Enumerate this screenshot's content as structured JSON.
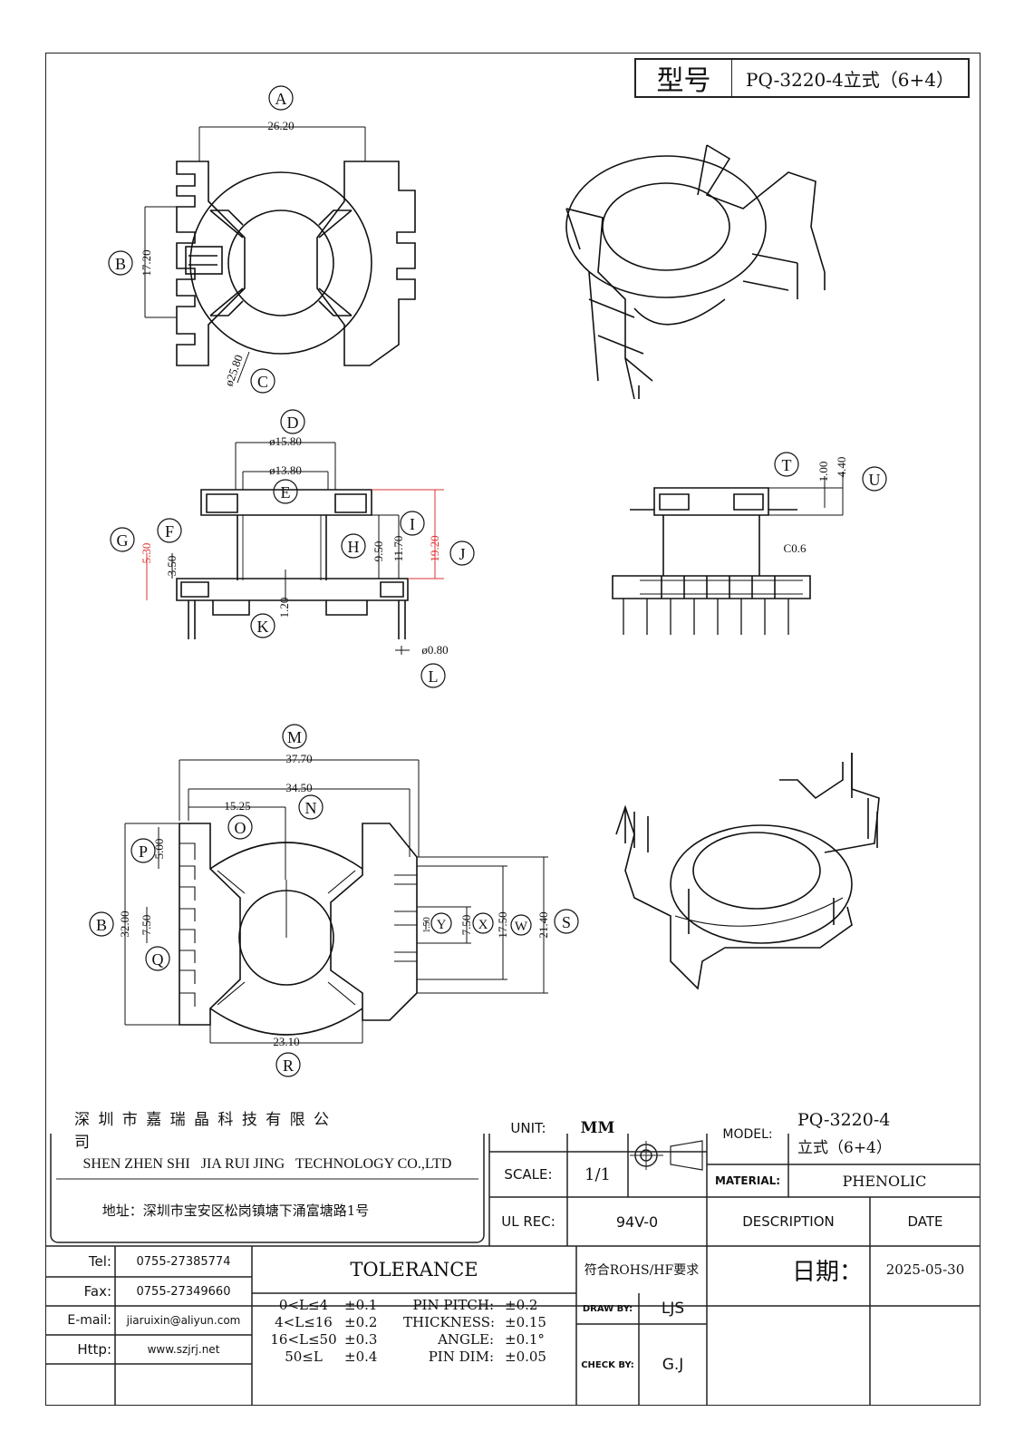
{
  "title_box": {
    "label": "型号",
    "model": "PQ-3220-4立式（6+4）"
  },
  "views": {
    "top": {
      "A": "A",
      "A_val": "26.20",
      "B": "B",
      "B_val": "17.20",
      "C": "C",
      "C_val": "ø25.80"
    },
    "front": {
      "D": "D",
      "D_val": "ø15.80",
      "E": "E",
      "E_val": "ø13.80",
      "F": "F",
      "F_val": "3.50",
      "G": "G",
      "G_val": "5.30",
      "H": "H",
      "H_val": "9.50",
      "I": "I",
      "I_val": "11.70",
      "J": "J",
      "J_val": "19.20",
      "K": "K",
      "K_val": "1.20",
      "L": "L",
      "L_val": "ø0.80"
    },
    "side": {
      "T": "T",
      "T_val": "1.00",
      "U": "U",
      "U_val": "4.40",
      "chamfer": "C0.6"
    },
    "bottom": {
      "M": "M",
      "M_val": "37.70",
      "N": "N",
      "N_val": "34.50",
      "O": "O",
      "O_val": "15.25",
      "P": "P",
      "P_val": "5.00",
      "B": "B",
      "B_val": "32.00",
      "Q": "Q",
      "Q_val": "7.50",
      "R": "R",
      "R_val": "23.10",
      "S": "S",
      "S_val": "21.40",
      "W": "W",
      "W_val": "17.50",
      "X": "X",
      "X_val": "7.50",
      "Y": "Y",
      "Y_val": "1.50"
    }
  },
  "company": {
    "name_cn": "深 圳 市 嘉 瑞 晶 科 技 有 限 公 司",
    "name_en": "SHEN ZHEN SHI   JIA RUI JING   TECHNOLOGY CO.,LTD",
    "address": "地址：深圳市宝安区松岗镇塘下涌富塘路1号"
  },
  "contacts": [
    {
      "label": "Tel:",
      "value": "0755-27385774"
    },
    {
      "label": "Fax:",
      "value": "0755-27349660"
    },
    {
      "label": "E-mail:",
      "value": "jiaruixin@aliyun.com"
    },
    {
      "label": "Http:",
      "value": "www.szjrj.net"
    }
  ],
  "specs": {
    "unit_label": "UNIT:",
    "unit_value": "MM",
    "scale_label": "SCALE:",
    "scale_value": "1/1",
    "ul_label": "UL REC:",
    "ul_value": "94V-0",
    "model_label": "MODEL:",
    "model_value_1": "PQ-3220-4",
    "model_value_2": "立式（6+4）",
    "material_label": "MATERIAL:",
    "material_value": "PHENOLIC",
    "description_label": "DESCRIPTION",
    "date_label": "DATE"
  },
  "tolerance": {
    "title": "TOLERANCE",
    "ranges": [
      {
        "range": "0<L≤4",
        "tol": "±0.1"
      },
      {
        "range": "4<L≤16",
        "tol": "±0.2"
      },
      {
        "range": "16<L≤50",
        "tol": "±0.3"
      },
      {
        "range": "50≤L",
        "tol": "±0.4"
      }
    ],
    "others": [
      {
        "name": "PIN PITCH:",
        "tol": "±0.2"
      },
      {
        "name": "THICKNESS:",
        "tol": "±0.15"
      },
      {
        "name": "ANGLE:",
        "tol": "±0.1°"
      },
      {
        "name": "PIN DIM:",
        "tol": "±0.05"
      }
    ]
  },
  "approval": {
    "rohs": "符合ROHS/HF要求",
    "date_cn": "日期：",
    "date_value": "2025-05-30",
    "draw_label": "DRAW BY:",
    "draw_value": "LJS",
    "check_label": "CHECK BY:",
    "check_value": "G.J"
  }
}
